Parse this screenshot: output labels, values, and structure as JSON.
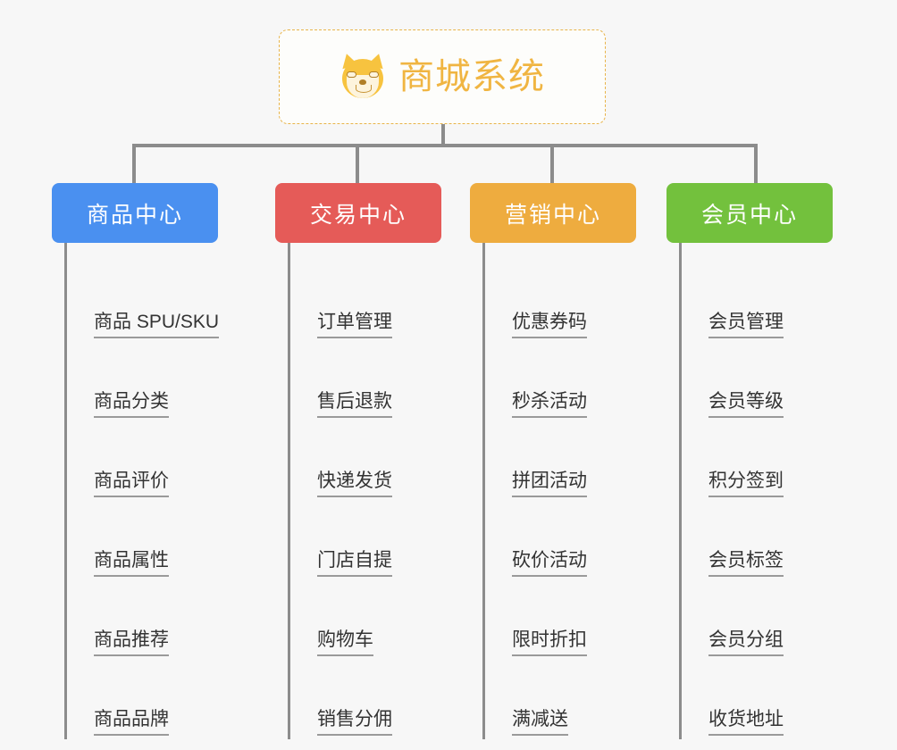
{
  "root": {
    "title": "商城系统",
    "icon": "shiba-dog-face-icon",
    "border_color": "#e8b44a",
    "text_color": "#f0b542",
    "background": "#fdfdfb"
  },
  "canvas": {
    "background": "#f7f7f7",
    "connector_color": "#8c8c8c"
  },
  "columns": [
    {
      "id": "product-center",
      "header": "商品中心",
      "color": "#4a90f0",
      "items": [
        "商品 SPU/SKU",
        "商品分类",
        "商品评价",
        "商品属性",
        "商品推荐",
        "商品品牌"
      ]
    },
    {
      "id": "trade-center",
      "header": "交易中心",
      "color": "#e55b58",
      "items": [
        "订单管理",
        "售后退款",
        "快递发货",
        "门店自提",
        "购物车",
        "销售分佣"
      ]
    },
    {
      "id": "marketing-center",
      "header": "营销中心",
      "color": "#eeac3f",
      "items": [
        "优惠券码",
        "秒杀活动",
        "拼团活动",
        "砍价活动",
        "限时折扣",
        "满减送"
      ]
    },
    {
      "id": "member-center",
      "header": "会员中心",
      "color": "#73c13d",
      "items": [
        "会员管理",
        "会员等级",
        "积分签到",
        "会员标签",
        "会员分组",
        "收货地址"
      ]
    }
  ]
}
